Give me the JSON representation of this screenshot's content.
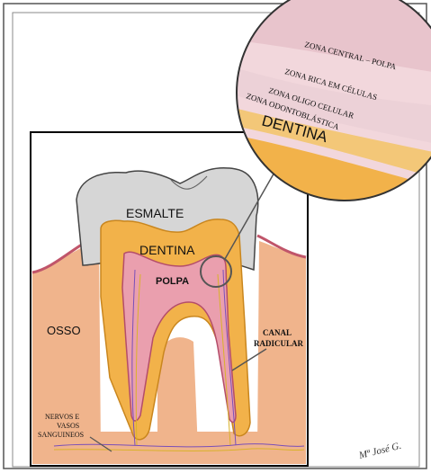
{
  "labels": {
    "esmalte": "ESMALTE",
    "dentina": "DENTINA",
    "polpa": "POLPA",
    "osso": "OSSO",
    "canal_line1": "CANAL",
    "canal_line2": "RADICULAR",
    "nervos_line1": "NERVOS E",
    "nervos_line2": "VASOS",
    "nervos_line3": "SANGUINEOS"
  },
  "magnified_view": {
    "zona_central": "ZONA CENTRAL – POLPA",
    "zona_rica": "ZONA RICA EM CÉLULAS",
    "zona_oligo": "ZONA OLIGO CELULAR",
    "zona_odonto": "ZONA ODONTOBLÁSTICA",
    "dentina": "DENTINA"
  },
  "signature": "Mª José G.",
  "colors": {
    "enamel": "#d6d6d6",
    "dentin": "#f2b24a",
    "pulp": "#ea9fae",
    "bone": "#f0b48c",
    "gum": "#e6a0a0",
    "nerve": "#7a4fb8"
  }
}
